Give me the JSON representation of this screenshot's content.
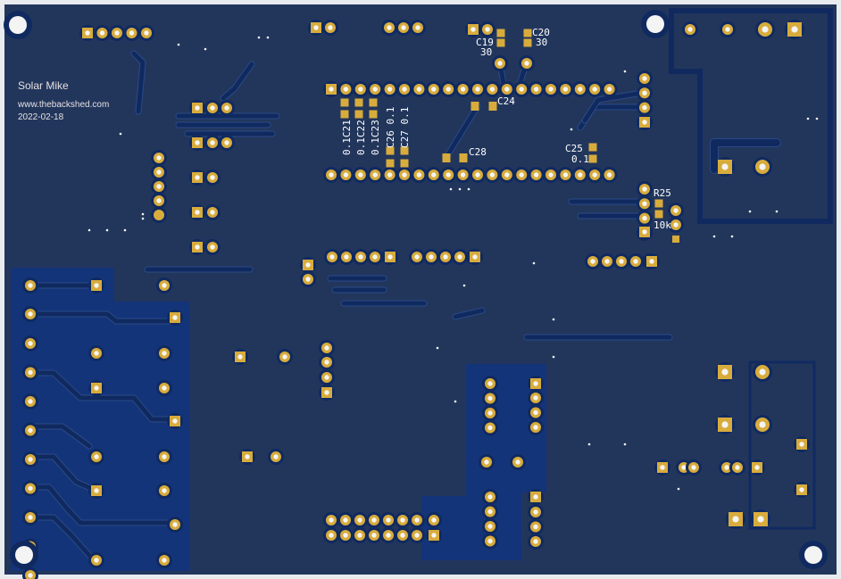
{
  "board": {
    "colors": {
      "substrate": "#22365c",
      "pour": "#14347a",
      "trace": "#102a60",
      "trace_edge": "#2a4a86",
      "pad": "#d8ac3c",
      "hole": "#f4f4f4",
      "silk": "#ffffff",
      "frame": "#e9ebef"
    },
    "branding": {
      "title": "Solar Mike",
      "url": "www.thebackshed.com",
      "date": "2022-02-18"
    },
    "components": [
      {
        "ref": "C19",
        "value": "30"
      },
      {
        "ref": "C20",
        "value": "30"
      },
      {
        "ref": "C24",
        "value": ""
      },
      {
        "ref": "C28",
        "value": ""
      },
      {
        "ref": "C25",
        "value": "0.1"
      },
      {
        "ref": "R25",
        "value": "10k"
      },
      {
        "ref": "C21",
        "value": "0.1"
      },
      {
        "ref": "C22",
        "value": "0.1"
      },
      {
        "ref": "C23",
        "value": "0.1"
      },
      {
        "ref": "C26",
        "value": "0.1"
      },
      {
        "ref": "C27",
        "value": "0.1"
      }
    ]
  }
}
